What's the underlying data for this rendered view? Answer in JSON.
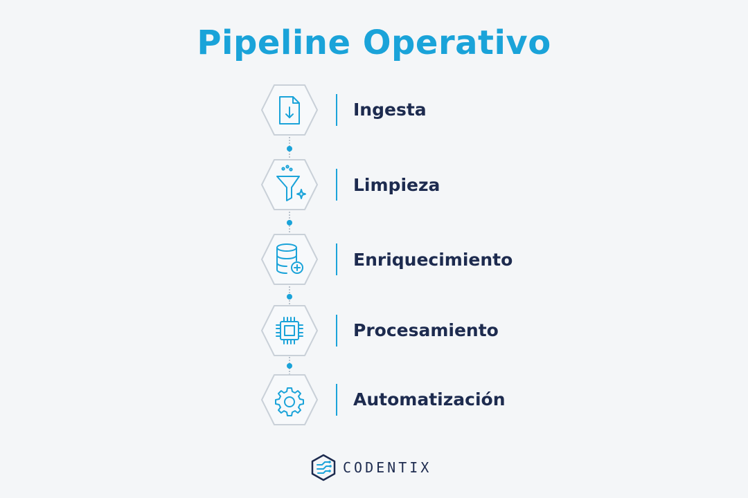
{
  "title": "Pipeline Operativo",
  "steps": [
    {
      "label": "Ingesta",
      "icon": "file-download-icon"
    },
    {
      "label": "Limpieza",
      "icon": "funnel-sparkle-icon"
    },
    {
      "label": "Enriquecimiento",
      "icon": "database-plus-icon"
    },
    {
      "label": "Procesamiento",
      "icon": "cpu-chip-icon"
    },
    {
      "label": "Automatización",
      "icon": "gear-icon"
    }
  ],
  "brand": {
    "name": "CODENTIX",
    "icon": "circuit-logo-icon"
  },
  "colors": {
    "accent": "#1aa3d9",
    "text": "#1d2b4f",
    "hex_border": "#c9d0d8",
    "background": "#f4f6f8"
  }
}
